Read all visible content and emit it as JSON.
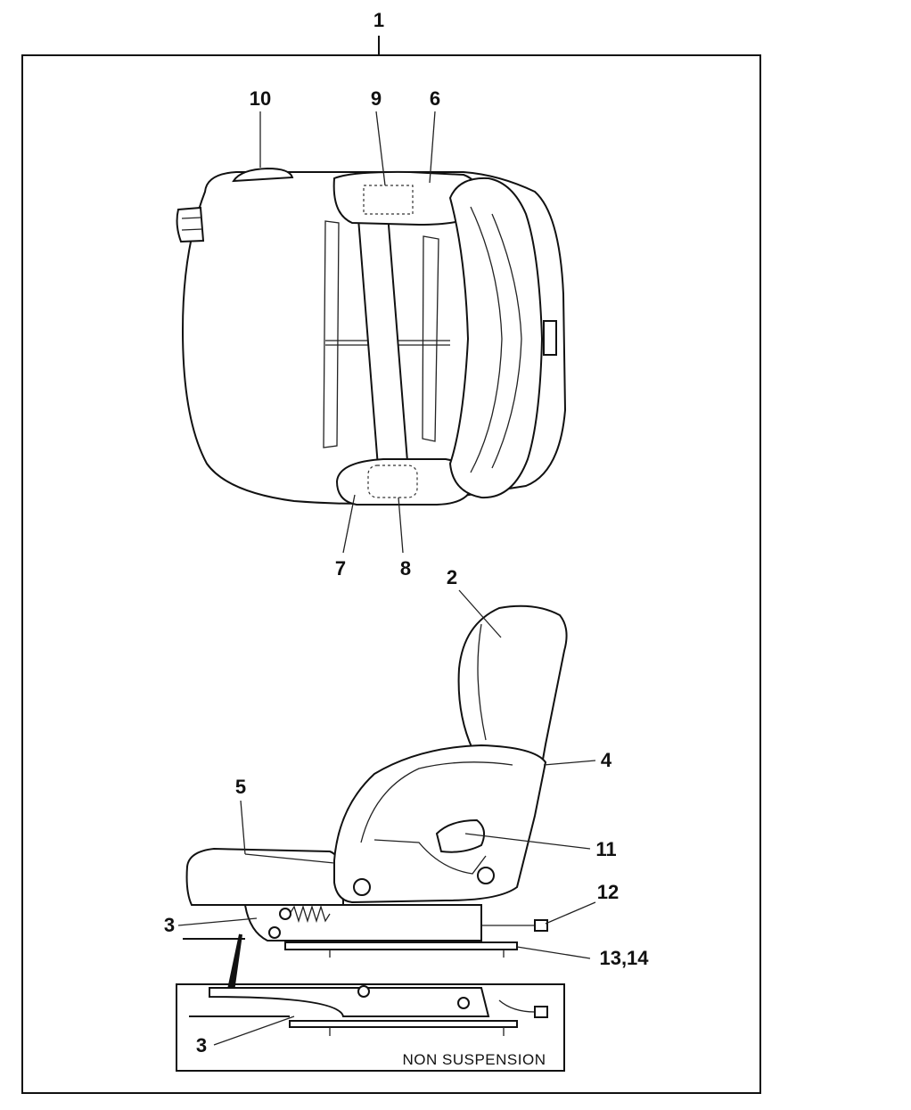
{
  "callouts": {
    "c1": "1",
    "c2": "2",
    "c3_upper": "3",
    "c3_lower": "3",
    "c4": "4",
    "c5": "5",
    "c6": "6",
    "c7": "7",
    "c8": "8",
    "c9": "9",
    "c10": "10",
    "c11": "11",
    "c12": "12",
    "c13_14": "13,14"
  },
  "inset_caption": "NON SUSPENSION"
}
